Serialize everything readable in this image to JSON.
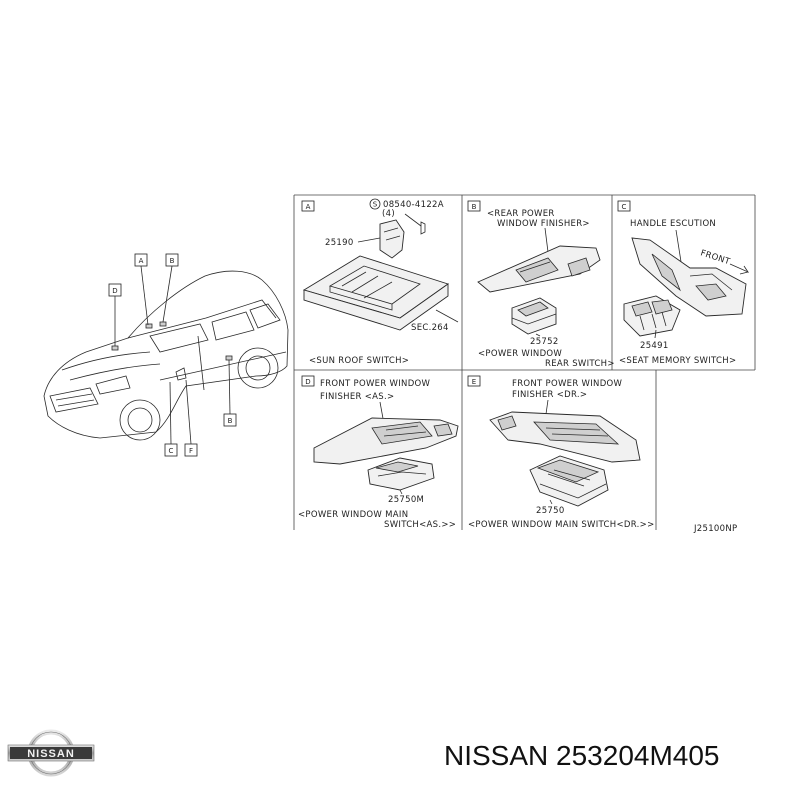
{
  "boxes": {
    "A": {
      "letter": "A",
      "screw_code": "08540-4122A",
      "screw_qty": "(4)",
      "part_no": "25190",
      "sec_ref": "SEC.264",
      "caption": "<SUN ROOF SWITCH>"
    },
    "B": {
      "letter": "B",
      "finisher_line1": "<REAR POWER",
      "finisher_line2": "WINDOW FINISHER>",
      "part_no": "25752",
      "caption_line1": "<POWER WINDOW",
      "caption_line2": "REAR SWITCH>"
    },
    "C": {
      "letter": "C",
      "heading": "HANDLE ESCUTION",
      "front_label": "FRONT",
      "part_no": "25491",
      "caption": "<SEAT MEMORY SWITCH>"
    },
    "D": {
      "letter": "D",
      "finisher_line1": "FRONT POWER WINDOW",
      "finisher_line2": "FINISHER <AS.>",
      "part_no": "25750M",
      "caption_line1": "<POWER WINDOW MAIN",
      "caption_line2": "SWITCH<AS.>>"
    },
    "E": {
      "letter": "E",
      "finisher_line1": "FRONT POWER WINDOW",
      "finisher_line2": "FINISHER <DR.>",
      "part_no": "25750",
      "caption": "<POWER WINDOW MAIN SWITCH<DR.>>"
    }
  },
  "car_tags": [
    "A",
    "B",
    "D",
    "C",
    "F",
    "B"
  ],
  "drawing_code": "J25100NP",
  "brand": {
    "logo_text": "NISSAN",
    "title": "NISSAN 253204M405"
  }
}
